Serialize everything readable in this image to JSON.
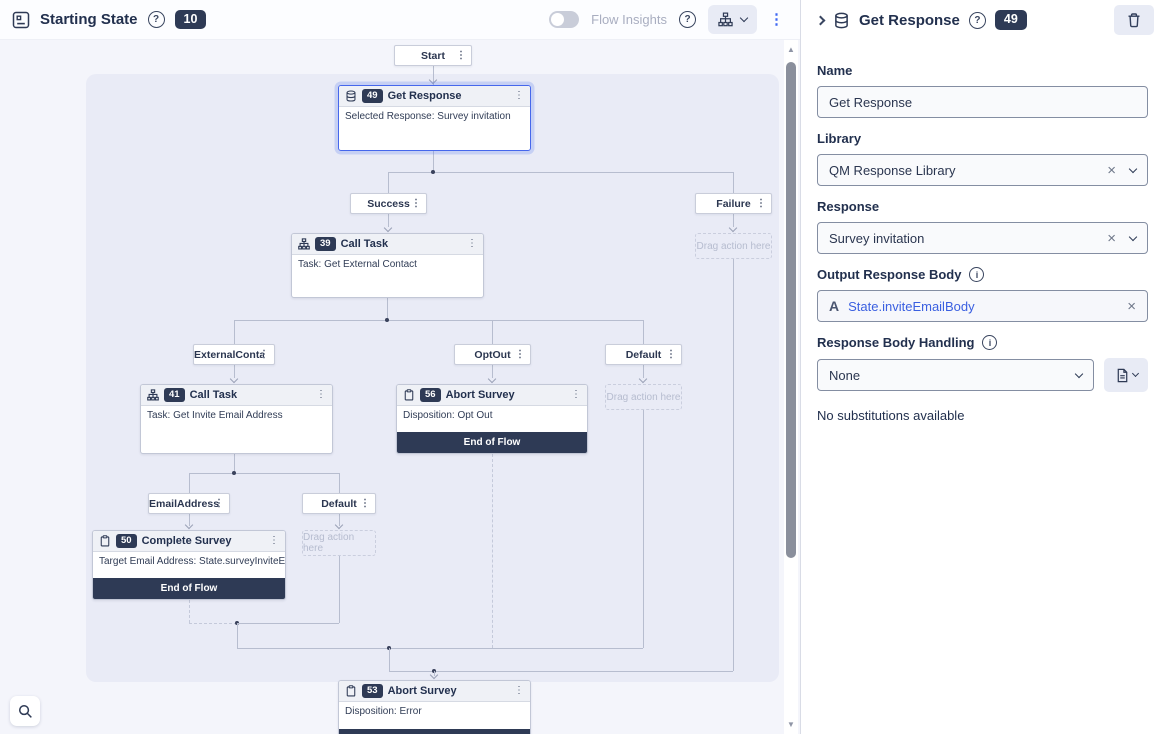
{
  "header": {
    "title": "Starting State",
    "badge": "10",
    "flow_insights": "Flow Insights"
  },
  "icons": {
    "help": "?",
    "info": "i",
    "kebab": "⋮",
    "close": "×",
    "triangle_up": "▲",
    "triangle_down": "▼",
    "text_glyph": "A"
  },
  "canvas": {
    "start_label": "Start",
    "paths": {
      "success": "Success",
      "failure": "Failure",
      "external_contact": "ExternalConta...",
      "optout": "OptOut",
      "default1": "Default",
      "email_address": "EmailAddress...",
      "default2": "Default"
    },
    "placeholder": "Drag action here",
    "end_of_flow": "End of Flow",
    "nodes": {
      "get_response": {
        "badge": "49",
        "title": "Get Response",
        "body": "Selected Response: Survey invitation"
      },
      "call_task_39": {
        "badge": "39",
        "title": "Call Task",
        "body": "Task: Get External Contact"
      },
      "call_task_41": {
        "badge": "41",
        "title": "Call Task",
        "body": "Task: Get Invite Email Address"
      },
      "abort_survey_56": {
        "badge": "56",
        "title": "Abort Survey",
        "body": "Disposition: Opt Out"
      },
      "complete_survey_50": {
        "badge": "50",
        "title": "Complete Survey",
        "body": "Target Email Address: State.surveyInviteEmailAddre"
      },
      "abort_survey_53": {
        "badge": "53",
        "title": "Abort Survey",
        "body": "Disposition: Error"
      }
    }
  },
  "panel": {
    "title": "Get Response",
    "badge": "49",
    "name_label": "Name",
    "name_value": "Get Response",
    "library_label": "Library",
    "library_value": "QM Response Library",
    "response_label": "Response",
    "response_value": "Survey invitation",
    "output_label": "Output Response Body",
    "output_value": "State.inviteEmailBody",
    "handling_label": "Response Body Handling",
    "handling_value": "None",
    "no_substitutions": "No substitutions available"
  },
  "colors": {
    "accent_blue": "#3f68f2",
    "badge_bg": "#2e3a55",
    "selected_border": "#4667ec",
    "canvas_inner": "#e9ebf6"
  }
}
